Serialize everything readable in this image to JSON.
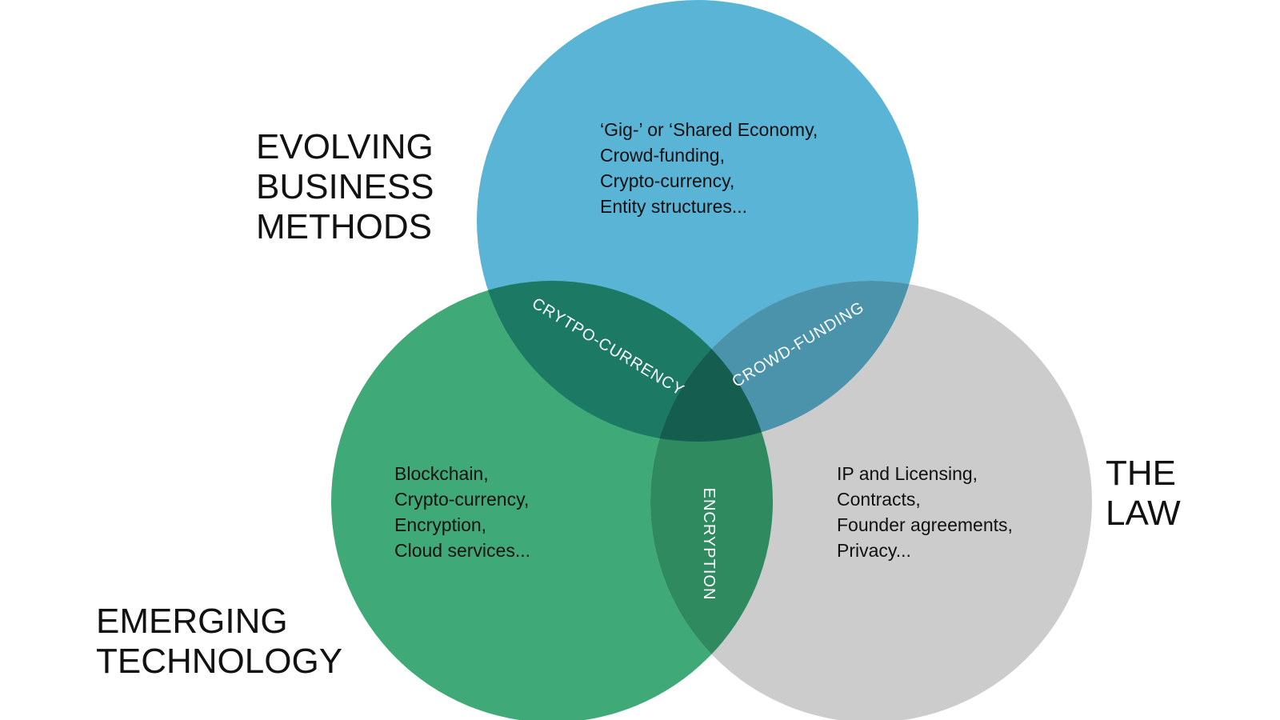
{
  "sets": {
    "business": {
      "title_lines": [
        "EVOLVING",
        "BUSINESS",
        "METHODS"
      ],
      "items": [
        "‘Gig-’ or ‘Shared Economy,",
        "Crowd-funding,",
        "Crypto-currency,",
        "Entity structures..."
      ],
      "color": "#5ab4d6"
    },
    "technology": {
      "title_lines": [
        "EMERGING",
        "TECHNOLOGY"
      ],
      "items": [
        "Blockchain,",
        "Crypto-currency,",
        "Encryption,",
        "Cloud services..."
      ],
      "color": "#3faa78"
    },
    "law": {
      "title_lines": [
        "THE",
        "LAW"
      ],
      "items": [
        "IP and Licensing,",
        "Contracts,",
        "Founder agreements,",
        "Privacy..."
      ],
      "color": "#cccccc"
    }
  },
  "overlaps": {
    "business_technology": {
      "label": "CRYTPO-CURRENCY",
      "color": "#1c7a64"
    },
    "business_law": {
      "label": "CROWD-FUNDING",
      "color": "#4a93ab"
    },
    "technology_law": {
      "label": "ENCRYPTION",
      "color": "#2f8a60"
    },
    "center": {
      "color": "#155e4f"
    }
  }
}
